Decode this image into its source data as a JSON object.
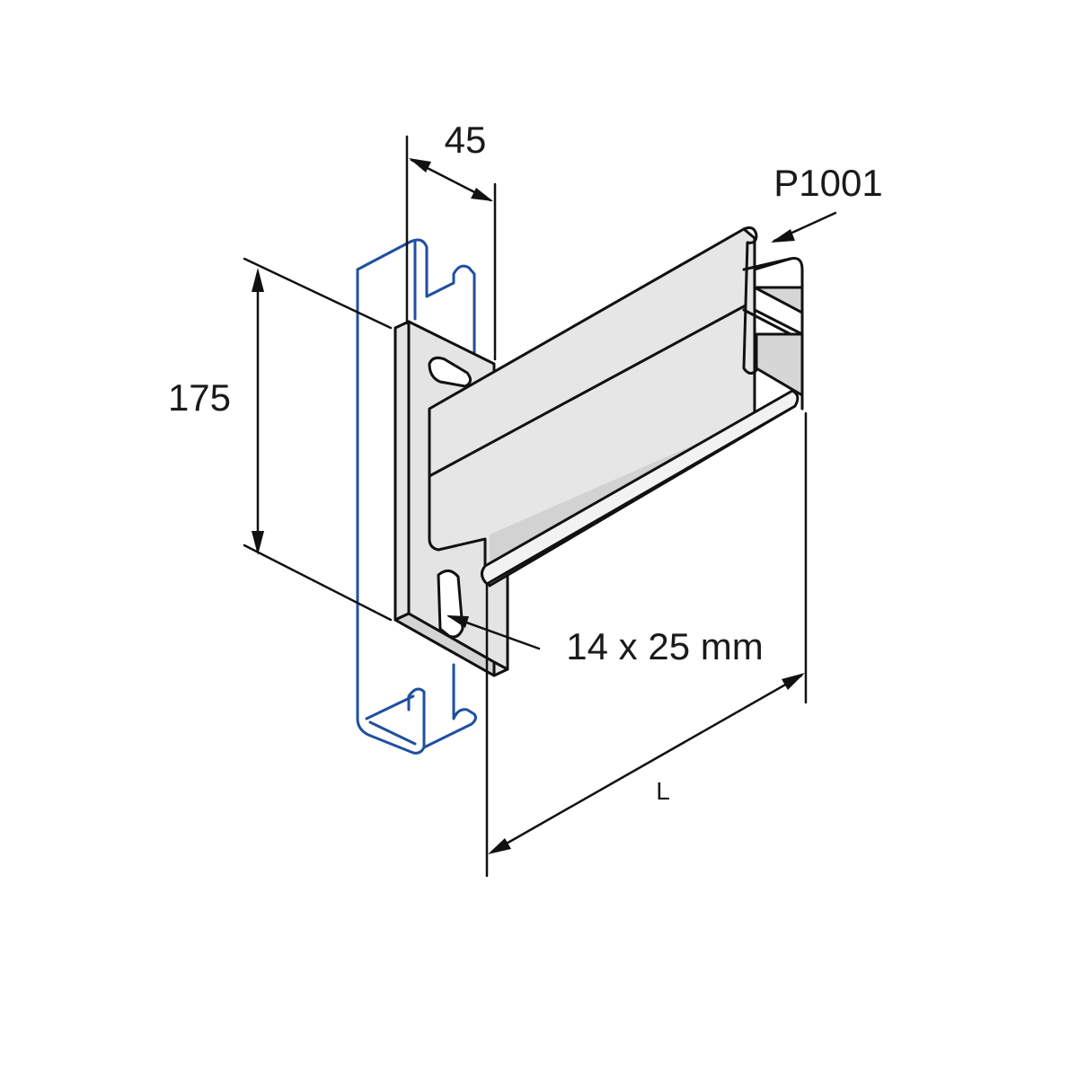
{
  "diagram": {
    "labels": {
      "width_dim": "45",
      "height_dim": "175",
      "part_no": "P1001",
      "slot_size": "14 x 25 mm",
      "length_dim": "L"
    },
    "colors": {
      "channel_outline": "#1f4fa0",
      "metal_fill": "#e6e6e6",
      "metal_shade": "#d2d2d2",
      "line": "#111111"
    }
  }
}
